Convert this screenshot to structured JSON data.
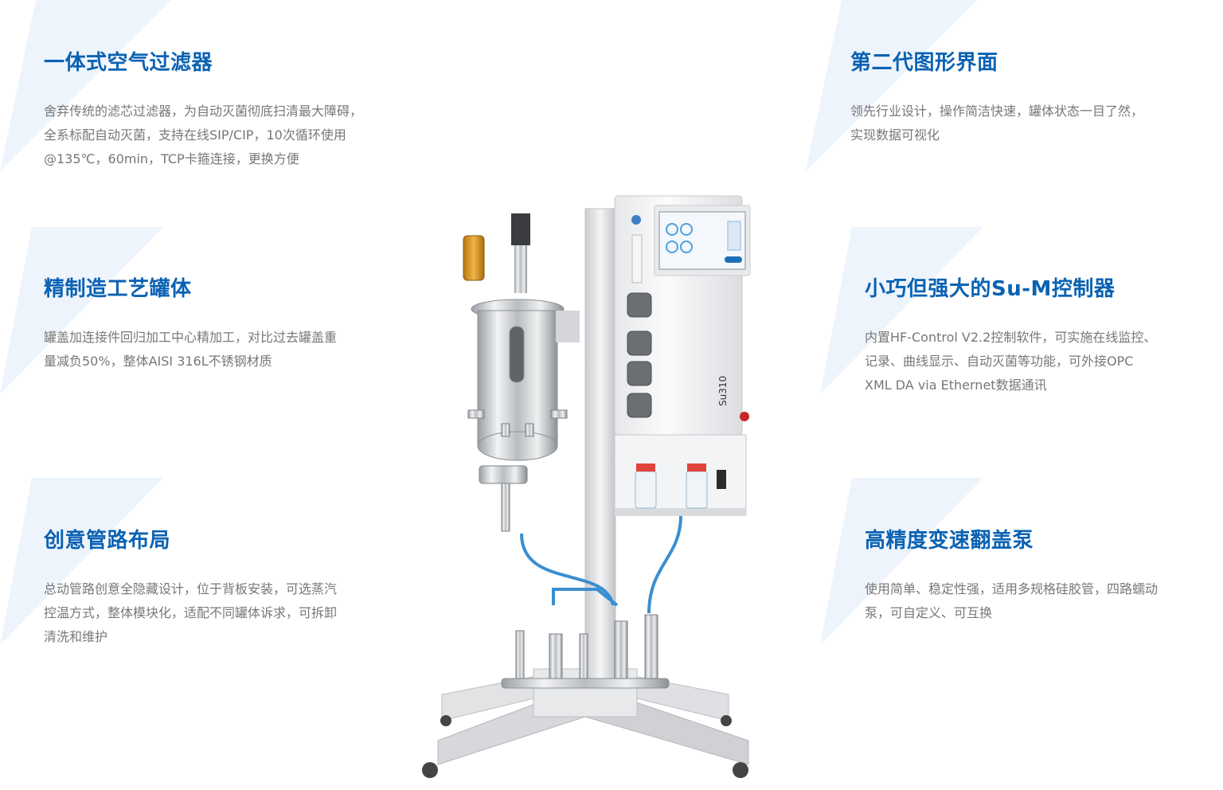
{
  "features": [
    {
      "title": "一体式空气过滤器",
      "lines": [
        "舍弃传统的滤芯过滤器，为自动灭菌彻底扫清最大障碍，",
        "全系标配自动灭菌，支持在线SIP/CIP，10次循环使用",
        "@135℃，60min，TCP卡箍连接，更换方便"
      ]
    },
    {
      "title": "精制造工艺罐体",
      "lines": [
        "罐盖加连接件回归加工中心精加工，对比过去罐盖重",
        "量减负50%，整体AISI 316L不锈钢材质"
      ]
    },
    {
      "title": "创意管路布局",
      "lines": [
        "总动管路创意全隐藏设计，位于背板安装，可选蒸汽",
        "控温方式，整体模块化，适配不同罐体诉求，可拆卸",
        "清洗和维护"
      ]
    },
    {
      "title": "第二代图形界面",
      "lines": [
        "领先行业设计，操作简洁快速，罐体状态一目了然，",
        "实现数据可视化"
      ]
    },
    {
      "title": "小巧但强大的Su-M控制器",
      "lines": [
        "内置HF-Control V2.2控制软件，可实施在线监控、",
        "记录、曲线显示、自动灭菌等功能，可外接OPC",
        "XML DA via Ethernet数据通讯"
      ]
    },
    {
      "title": "高精度变速翻盖泵",
      "lines": [
        "使用简单、稳定性强，适用多规格硅胶管，四路蠕动",
        "泵，可自定义、可互换"
      ]
    }
  ],
  "machine": {
    "model_label": "Su310"
  },
  "colors": {
    "title_blue": "#0b62b3",
    "desc_gray": "#777777",
    "triangle": "#eef4fb",
    "tube_blue": "#3a8fd0"
  }
}
